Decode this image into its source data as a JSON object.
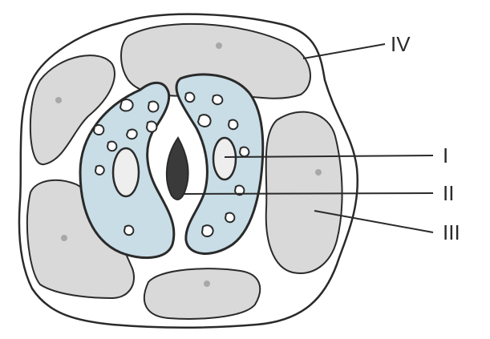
{
  "labels": {
    "I": "I",
    "II": "II",
    "III": "III",
    "IV": "IV"
  },
  "colors": {
    "outline": "#2a2a2a",
    "epidermal_cell_fill": "#d9d9d9",
    "guard_cell_fill": "#c8dde6",
    "nucleus_fill": "#eeeeee",
    "pore_fill": "#3a3a3a",
    "dot_fill": "#a8a8a8"
  }
}
